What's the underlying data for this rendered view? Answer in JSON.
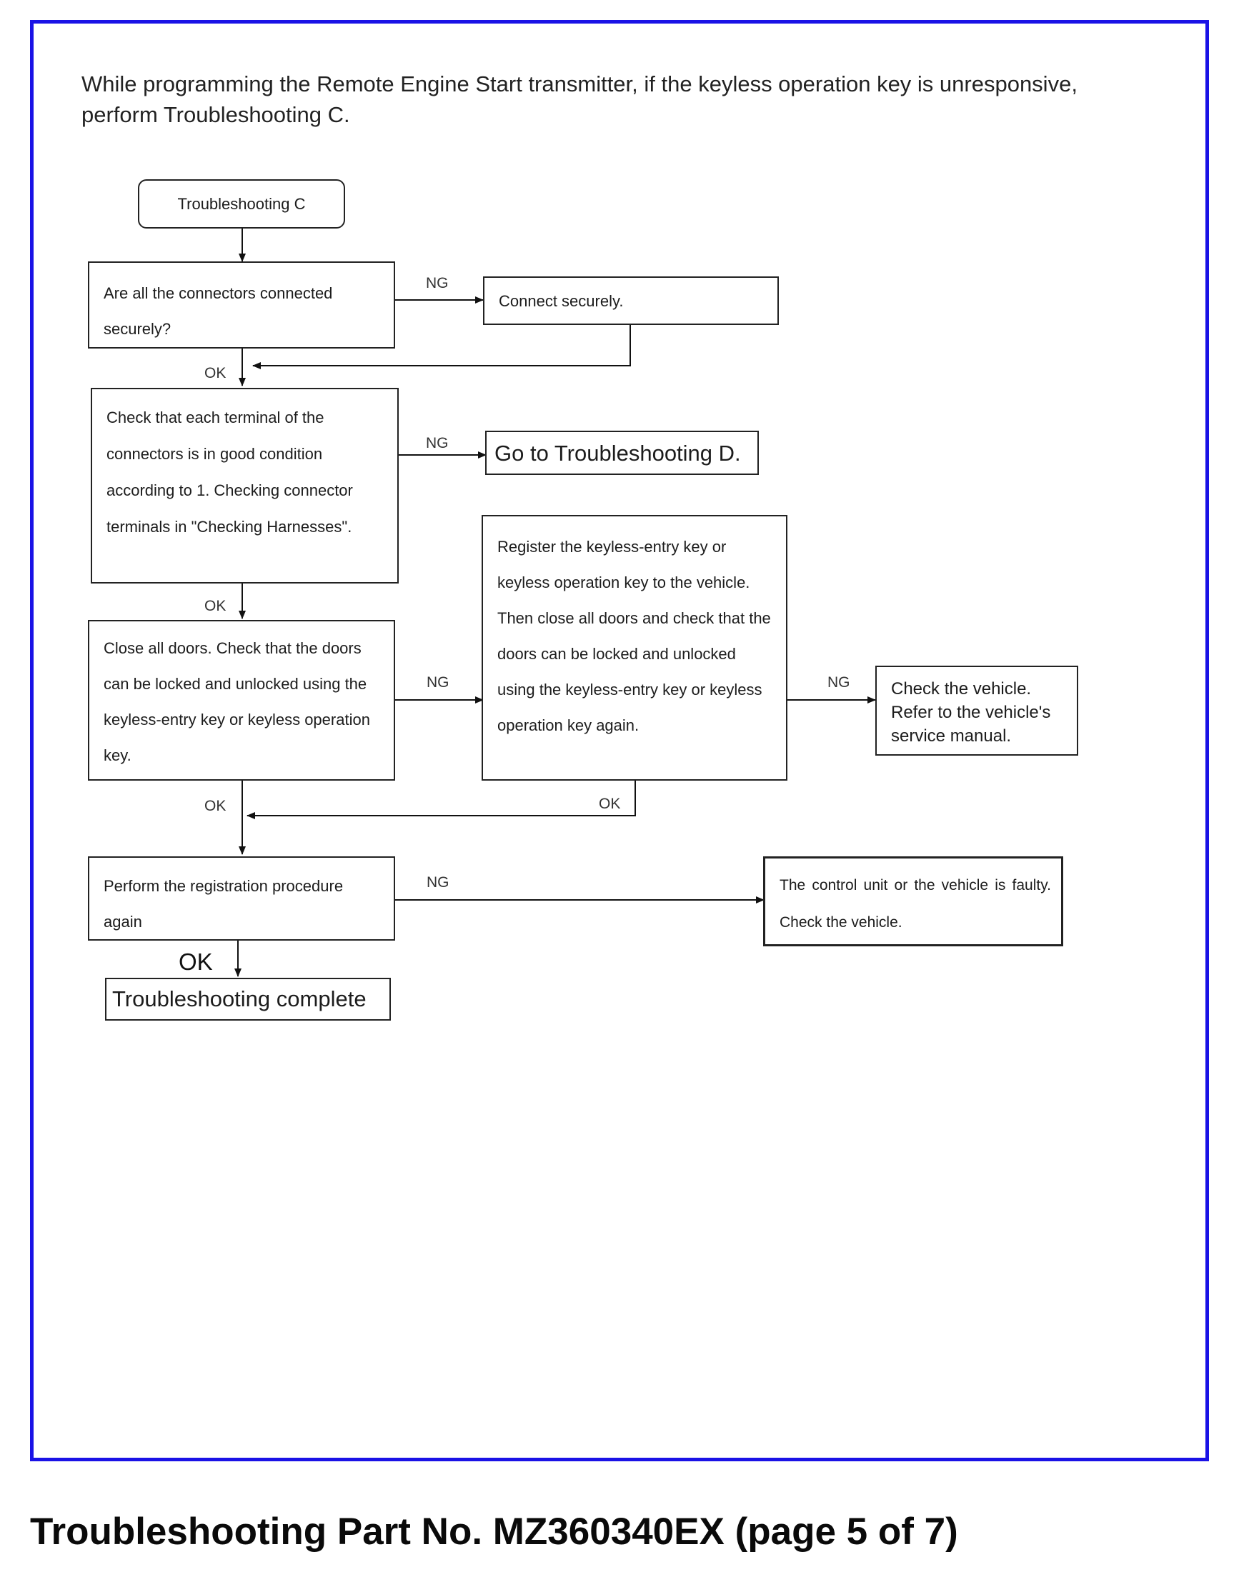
{
  "intro": "While programming the Remote Engine Start transmitter, if the keyless operation key is unresponsive, perform Troubleshooting C.",
  "footer": "Troubleshooting Part No. MZ360340EX (page 5 of 7)",
  "colors": {
    "frame_border": "#1a12e6",
    "box_border": "#222222",
    "text": "#1c1c1c"
  },
  "flowchart": {
    "start": "Troubleshooting C",
    "q1": "Are all the connectors connected securely?",
    "a1": "Connect securely.",
    "q2": "Check that each terminal of the connectors is in good condition according to 1. Checking connector terminals in \"Checking Harnesses\".",
    "a2": "Go to Troubleshooting D.",
    "q3": "Close all doors. Check that the doors can be locked and unlocked using the keyless-entry key or keyless operation key.",
    "q3b": "Register the keyless-entry key or keyless operation key to the vehicle. Then close all doors and check that the doors can be locked and unlocked using the keyless-entry key or keyless operation key again.",
    "a3": "Check the vehicle. Refer to the vehicle's service manual.",
    "q4": "Perform the registration procedure again",
    "a4": "The control unit or the vehicle is faulty. Check the vehicle.",
    "end": "Troubleshooting complete",
    "labels": {
      "ng": "NG",
      "ok": "OK"
    }
  }
}
